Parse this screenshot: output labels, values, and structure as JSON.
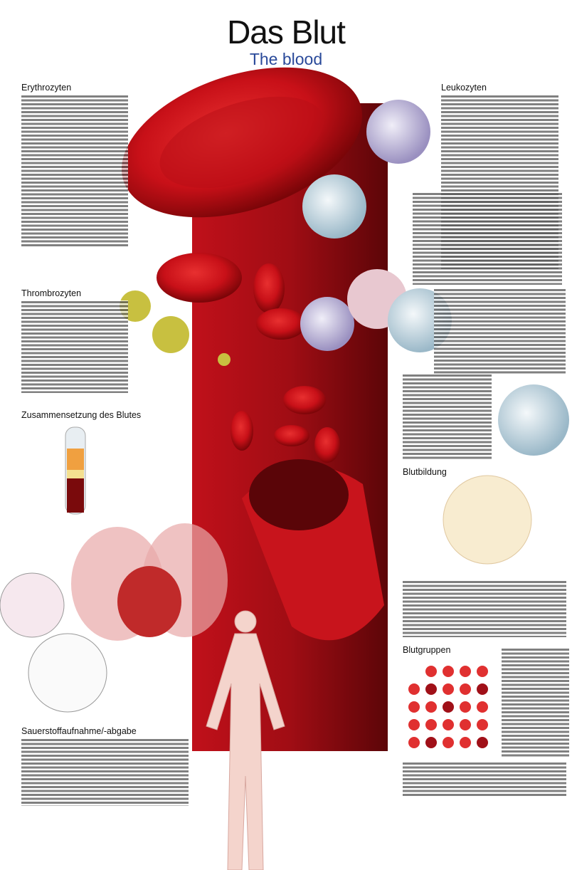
{
  "title": "Das Blut",
  "subtitle": "The blood",
  "sections": {
    "erythrocytes": "Erythrozyten",
    "leukocytes": "Leukozyten",
    "thrombocytes": "Thrombrozyten",
    "composition": "Zusammensetzung des Blutes",
    "hematopoiesis": "Blutbildung",
    "blood_groups": "Blutgruppen",
    "oxygen": "Sauerstoffaufnahme/-abgabe"
  },
  "colors": {
    "blood": "#c0101a",
    "subtitle": "#2a4a9a"
  }
}
